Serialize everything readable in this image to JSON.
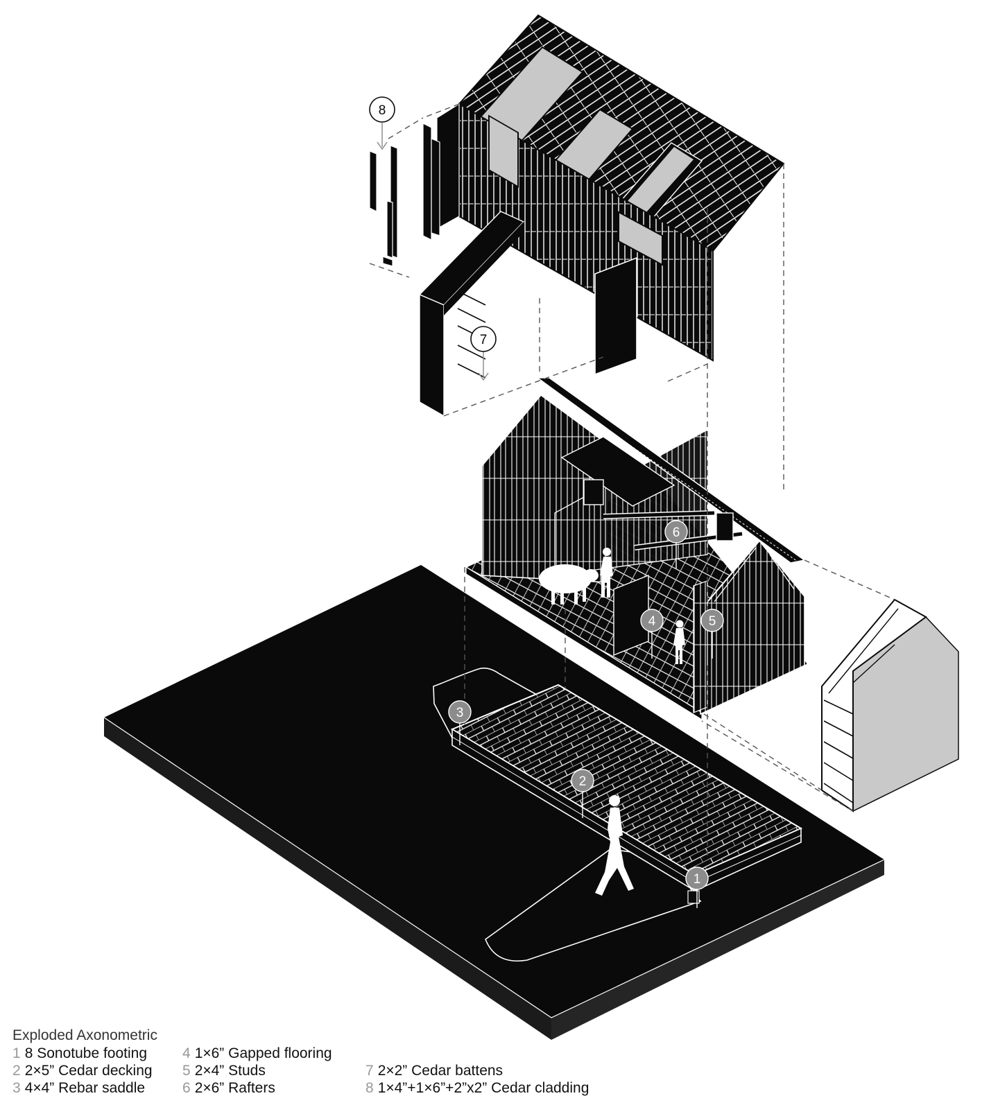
{
  "caption": "Exploded Axonometric",
  "legend": [
    {
      "num": "1",
      "label": "8 Sonotube footing"
    },
    {
      "num": "2",
      "label": "2×5” Cedar decking"
    },
    {
      "num": "3",
      "label": "4×4” Rebar saddle"
    },
    {
      "num": "4",
      "label": "1×6” Gapped flooring"
    },
    {
      "num": "5",
      "label": "2×4” Studs"
    },
    {
      "num": "6",
      "label": "2×6” Rafters"
    },
    {
      "num": "7",
      "label": "2×2” Cedar battens"
    },
    {
      "num": "8",
      "label": "1×4”+1×6”+2”x2” Cedar cladding"
    }
  ],
  "callouts": [
    "1",
    "2",
    "3",
    "4",
    "5",
    "6",
    "7",
    "8"
  ],
  "colors": {
    "ink": "#0a0a0a",
    "paper": "#ffffff",
    "glass": "#c8c8c8",
    "callout_fill": "#8c8c8c"
  }
}
